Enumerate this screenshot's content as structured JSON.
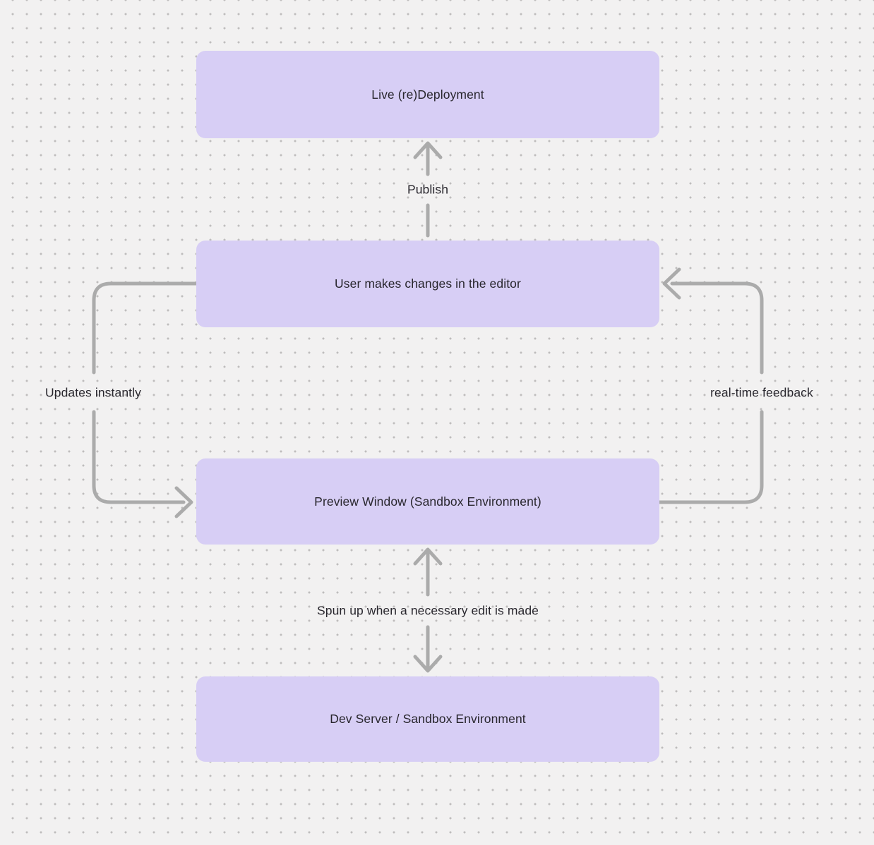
{
  "canvas": {
    "background_color": "#f2f1f1",
    "dot_color": "#bfbdbd"
  },
  "colors": {
    "node_fill": "#d7cef5",
    "arrow": "#ababab",
    "text": "#28262d"
  },
  "nodes": [
    {
      "id": "live-redeployment",
      "label": "Live (re)Deployment"
    },
    {
      "id": "user-editor",
      "label": "User makes changes in the editor"
    },
    {
      "id": "preview-window",
      "label": "Preview Window (Sandbox Environment)"
    },
    {
      "id": "dev-server",
      "label": "Dev Server / Sandbox Environment"
    }
  ],
  "edges": [
    {
      "id": "publish",
      "label": "Publish",
      "from": "user-editor",
      "to": "live-redeployment",
      "direction": "up"
    },
    {
      "id": "updates-instantly",
      "label": "Updates instantly",
      "from": "user-editor",
      "to": "preview-window",
      "direction": "left-loop-down"
    },
    {
      "id": "real-time-feedback",
      "label": "real-time feedback",
      "from": "preview-window",
      "to": "user-editor",
      "direction": "right-loop-up"
    },
    {
      "id": "spun-up",
      "label": "Spun up when a necessary edit is made",
      "from": "dev-server",
      "to": "preview-window",
      "direction": "bidirectional-vertical"
    }
  ]
}
